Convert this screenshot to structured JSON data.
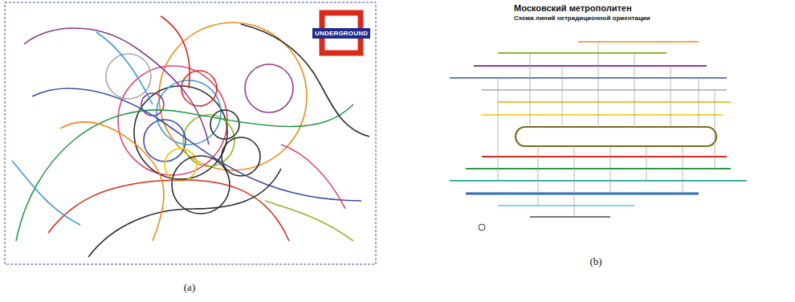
{
  "diagram": {
    "nodes": [
      {
        "text": [
          "UNDERGROUND"
        ]
      }
    ],
    "labels": [
      "(a)",
      "(b)",
      "Московский метрополитен",
      "Схема линий нетрадиционной ориентации"
    ]
  }
}
